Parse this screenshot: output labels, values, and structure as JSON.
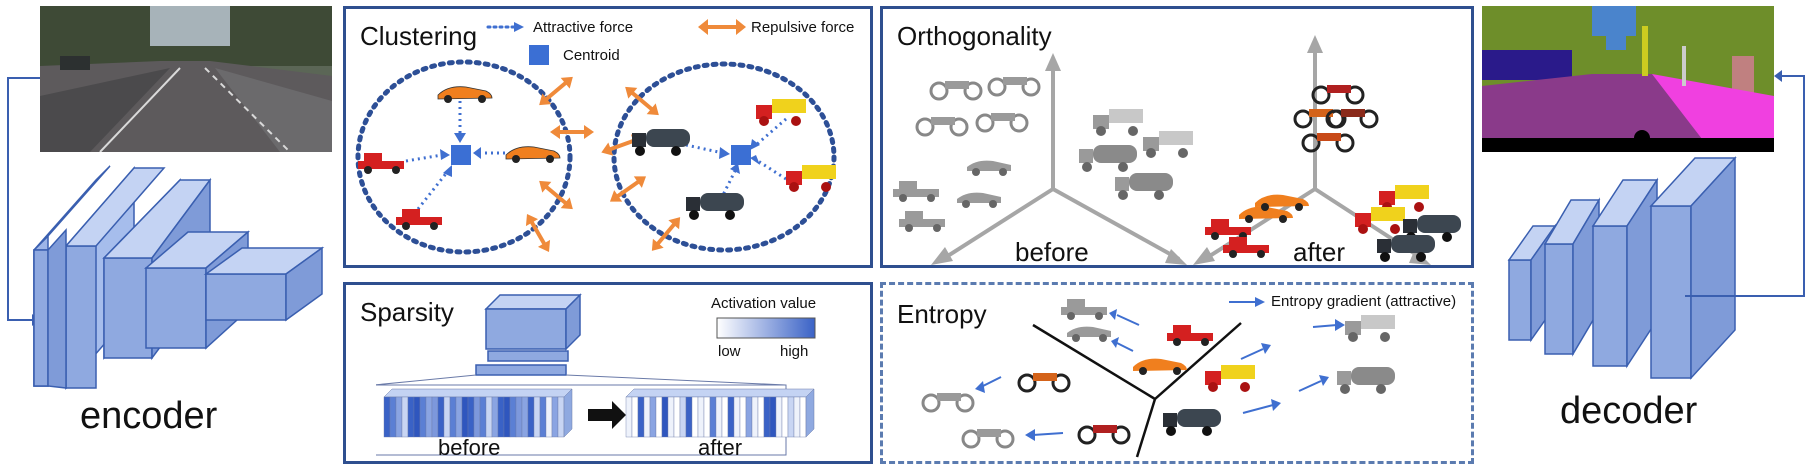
{
  "encoder": {
    "label": "encoder"
  },
  "decoder": {
    "label": "decoder"
  },
  "clustering": {
    "title": "Clustering",
    "legend_attractive": "Attractive force",
    "legend_repulsive": "Repulsive force",
    "legend_centroid": "Centroid"
  },
  "orthogonality": {
    "title": "Orthogonality",
    "before": "before",
    "after": "after"
  },
  "sparsity": {
    "title": "Sparsity",
    "activation_label": "Activation value",
    "low": "low",
    "high": "high",
    "before": "before",
    "after": "after"
  },
  "entropy": {
    "title": "Entropy",
    "legend": "Entropy gradient (attractive)"
  },
  "colors": {
    "border": "#2f4f8f",
    "block_fill": "#8fa9e0",
    "block_stroke": "#3a5fb0",
    "arrow_blue": "#3f6fd0",
    "arrow_orange": "#ef8a3a",
    "centroid": "#3b6fd4"
  }
}
